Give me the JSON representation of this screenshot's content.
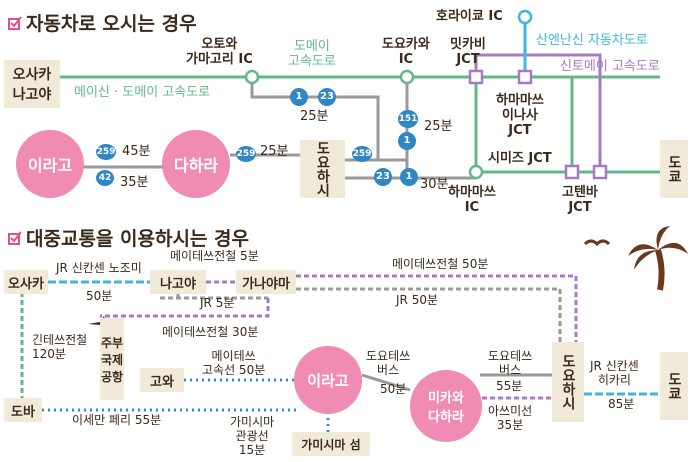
{
  "sections": {
    "car": "자동차로 오시는 경우",
    "transit": "대중교통을 이용하시는 경우"
  },
  "car_map": {
    "osaka_nagoya": [
      "오사카",
      "나고야"
    ],
    "irago": "이라고",
    "tahara": "다하라",
    "toyohashi": "도요하시",
    "tokyo": "도쿄",
    "otowa_gamagori_ic": [
      "오토와",
      "가마고리 IC"
    ],
    "tomei_expwy": [
      "도메이",
      "고속도로"
    ],
    "toyokawa_ic": [
      "도요카와",
      "IC"
    ],
    "mikkabi_jct": [
      "밋카비",
      "JCT"
    ],
    "horaikyo_ic": "호라이쿄 IC",
    "sanen_expwy": "산엔난신 자동차도로",
    "shintomei": "신토메이 고속도로",
    "meishin_tomei": "메이신 · 도메이 고속도로",
    "hamamatsu_inasa_jct": [
      "하마마쓰",
      "이나사",
      "JCT"
    ],
    "shimizu_jct": "시미즈 JCT",
    "hamamatsu_ic": [
      "하마마쓰",
      "IC"
    ],
    "gotenba_jct": [
      "고텐바",
      "JCT"
    ],
    "route_badges": [
      "1",
      "23",
      "151",
      "1",
      "259",
      "42",
      "259",
      "259",
      "23",
      "1"
    ],
    "times": {
      "t_45": "45분",
      "t_35": "35분",
      "t_25_a": "25분",
      "t_25_b": "25분",
      "t_25_c": "25분",
      "t_30": "30분"
    }
  },
  "transit_map": {
    "osaka": "오사카",
    "nagoya": "나고야",
    "kanayama": "가나야마",
    "toyohashi": "도요하시",
    "tokyo": "도쿄",
    "chubu_airport": [
      "주부",
      "국제",
      "공항"
    ],
    "gowa": "고와",
    "toba": "도바",
    "irago": "이라고",
    "mikawa_tahara": [
      "미카와",
      "다하라"
    ],
    "kamishima": "가미시마 섬",
    "jr_shinkansen_nozomi": "JR 신칸센 노조미",
    "meitetsu_5": "메이테쓰전철 5분",
    "meitetsu_50": "메이테쓰전철 50분",
    "t_50": "50분",
    "jr_5": "JR 5분",
    "jr_50": "JR 50분",
    "meitetsu_30": "메이테쓰전철 30분",
    "kintetsu": [
      "긴테쓰전철",
      "120분"
    ],
    "meitetsu_kosoku": [
      "메이테쓰",
      "고속선 50분"
    ],
    "toyotetsu_bus_1": [
      "도요테쓰",
      "버스"
    ],
    "bus_50": "50분",
    "toyotetsu_bus_2": [
      "도요테쓰",
      "버스"
    ],
    "t_55": "55분",
    "atsumi_line": [
      "아쓰미선",
      "35분"
    ],
    "jr_hikari": [
      "JR 신칸센",
      "히카리"
    ],
    "t_85": "85분",
    "isewan_ferry": "이세만 페리 55분",
    "kamishima_ferry": [
      "가미시마",
      "관광선",
      "15분"
    ]
  },
  "colors": {
    "green": "#63b88a",
    "blue": "#3fb5e0",
    "purple": "#a77bc0",
    "pink": "#f08cb4",
    "box": "#f2ead8",
    "badge": "#2f87c6",
    "road": "#9a9a9a",
    "dot_blue": "#2a8fd0",
    "brown": "#6b3a1e"
  }
}
